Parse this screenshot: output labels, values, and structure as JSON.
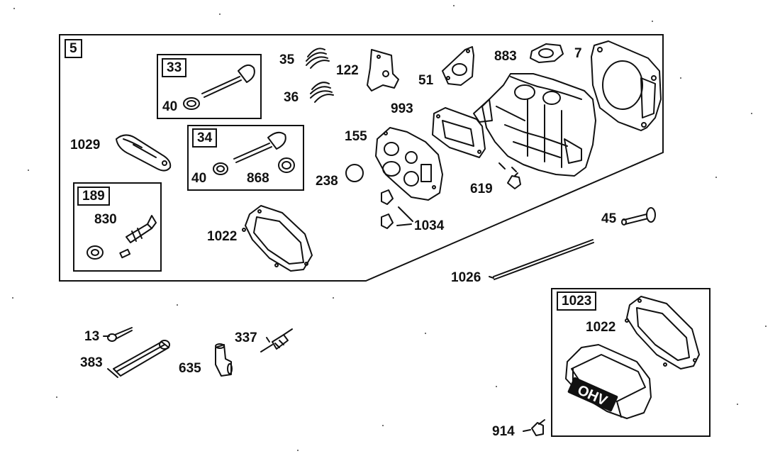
{
  "diagram": {
    "colors": {
      "ink": "#111111",
      "paper": "#ffffff",
      "shade": "#555555"
    },
    "group_labels": {
      "assembly_5": "5",
      "kit_33": "33",
      "kit_34": "34",
      "kit_189": "189",
      "kit_1023": "1023"
    },
    "part_labels": {
      "p35": "35",
      "p36": "36",
      "p122": "122",
      "p51": "51",
      "p883": "883",
      "p7": "7",
      "p40a": "40",
      "p993": "993",
      "p1029": "1029",
      "p155": "155",
      "p40b": "40",
      "p868": "868",
      "p238": "238",
      "p619": "619",
      "p830": "830",
      "p1034": "1034",
      "p45": "45",
      "p1022a": "1022",
      "p1026": "1026",
      "p1022b": "1022",
      "p13": "13",
      "p337": "337",
      "p383": "383",
      "p635": "635",
      "p914": "914"
    },
    "cover_logo_text": "OHV"
  }
}
